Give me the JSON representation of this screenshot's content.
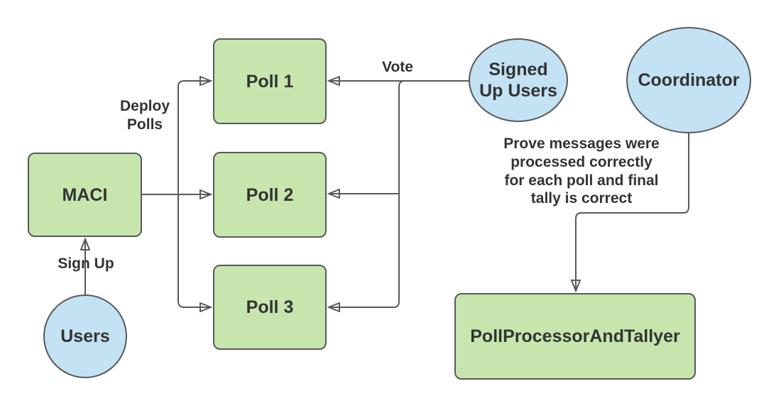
{
  "diagram": {
    "nodes": {
      "maci": {
        "label": "MACI"
      },
      "poll_1": {
        "label": "Poll 1"
      },
      "poll_2": {
        "label": "Poll 2"
      },
      "poll_3": {
        "label": "Poll 3"
      },
      "poll_processor_and_tallyer": {
        "label": "PollProcessorAndTallyer"
      },
      "users": {
        "label": "Users"
      },
      "signed_up_users": {
        "label": "Signed\nUp Users"
      },
      "coordinator": {
        "label": "Coordinator"
      }
    },
    "edge_labels": {
      "sign_up": "Sign Up",
      "deploy_polls": "Deploy\nPolls",
      "vote": "Vote",
      "prove": "Prove messages were\nprocessed correctly\nfor each poll and final\ntally is correct"
    },
    "colors": {
      "process_box_fill": "#c6e6ae",
      "actor_ellipse_fill": "#c3e2f4",
      "stroke": "#595959",
      "text": "#333333",
      "background": "#ffffff"
    }
  }
}
